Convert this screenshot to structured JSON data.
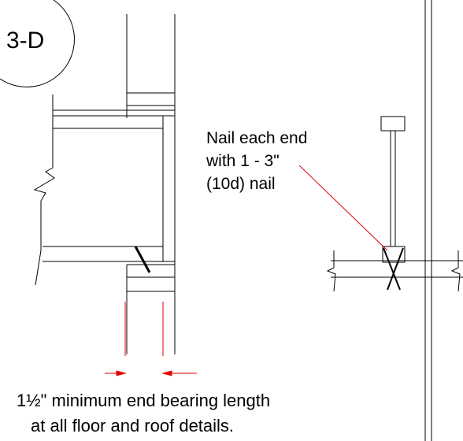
{
  "detail": {
    "tag": "3-D"
  },
  "nail_note": {
    "lines": [
      "Nail each end",
      "with 1 - 3\"",
      "(10d) nail"
    ]
  },
  "caption": {
    "lines": [
      "1½\" minimum end bearing length",
      "at all floor and roof details."
    ]
  },
  "colors": {
    "linework": "#000000",
    "dimension": "#e00000",
    "leader": "#e00000"
  }
}
